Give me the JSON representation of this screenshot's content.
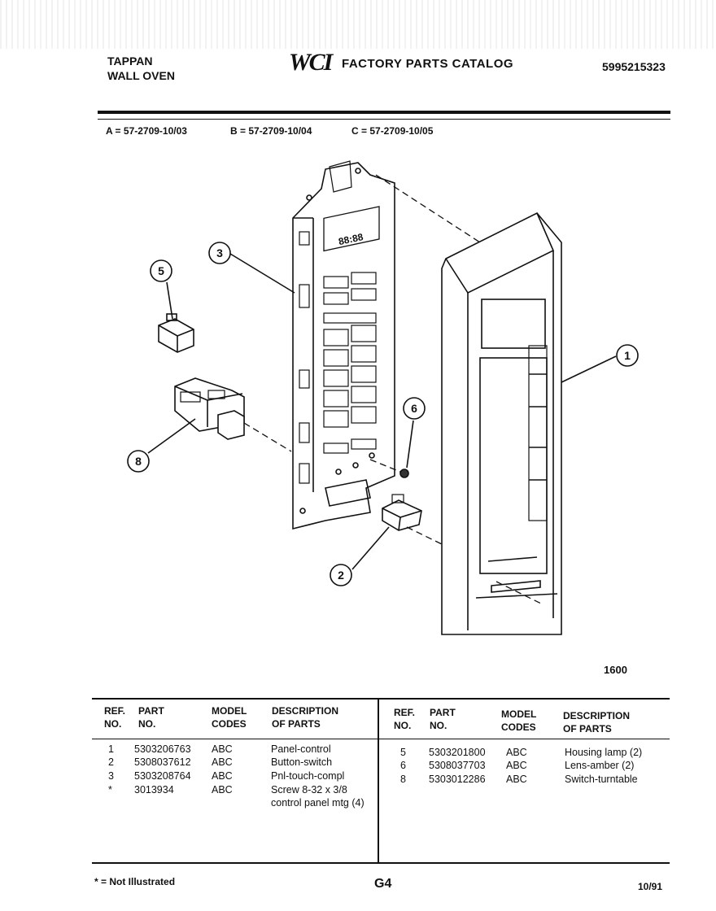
{
  "header": {
    "brand_line1": "TAPPAN",
    "brand_line2": "WALL OVEN",
    "logo": "WCI",
    "catalog_title": "FACTORY PARTS CATALOG",
    "document_number": "5995215323"
  },
  "models": {
    "a": "A = 57-2709-10/03",
    "b": "B = 57-2709-10/04",
    "c": "C = 57-2709-10/05"
  },
  "diagram": {
    "callouts": [
      "1",
      "2",
      "3",
      "5",
      "6",
      "8"
    ],
    "figure_code": "1600",
    "panel_digits": "88:88"
  },
  "table": {
    "headers": {
      "ref_no": [
        "REF.",
        "NO."
      ],
      "part_no": [
        "PART",
        "NO."
      ],
      "model_codes": [
        "MODEL",
        "CODES"
      ],
      "description": [
        "DESCRIPTION",
        "OF PARTS"
      ]
    },
    "left_rows": [
      {
        "ref": "1",
        "part": "5303206763",
        "model": "ABC",
        "desc": "Panel-control"
      },
      {
        "ref": "2",
        "part": "5308037612",
        "model": "ABC",
        "desc": "Button-switch"
      },
      {
        "ref": "3",
        "part": "5303208764",
        "model": "ABC",
        "desc": "Pnl-touch-compl"
      },
      {
        "ref": "*",
        "part": "3013934",
        "model": "ABC",
        "desc": "Screw 8-32 x 3/8",
        "desc2": "control panel mtg (4)"
      }
    ],
    "right_rows": [
      {
        "ref": "5",
        "part": "5303201800",
        "model": "ABC",
        "desc": "Housing lamp (2)"
      },
      {
        "ref": "6",
        "part": "5308037703",
        "model": "ABC",
        "desc": "Lens-amber (2)"
      },
      {
        "ref": "8",
        "part": "5303012286",
        "model": "ABC",
        "desc": "Switch-turntable"
      }
    ]
  },
  "footer": {
    "note": "* = Not Illustrated",
    "page_code": "G4",
    "date": "10/91"
  }
}
